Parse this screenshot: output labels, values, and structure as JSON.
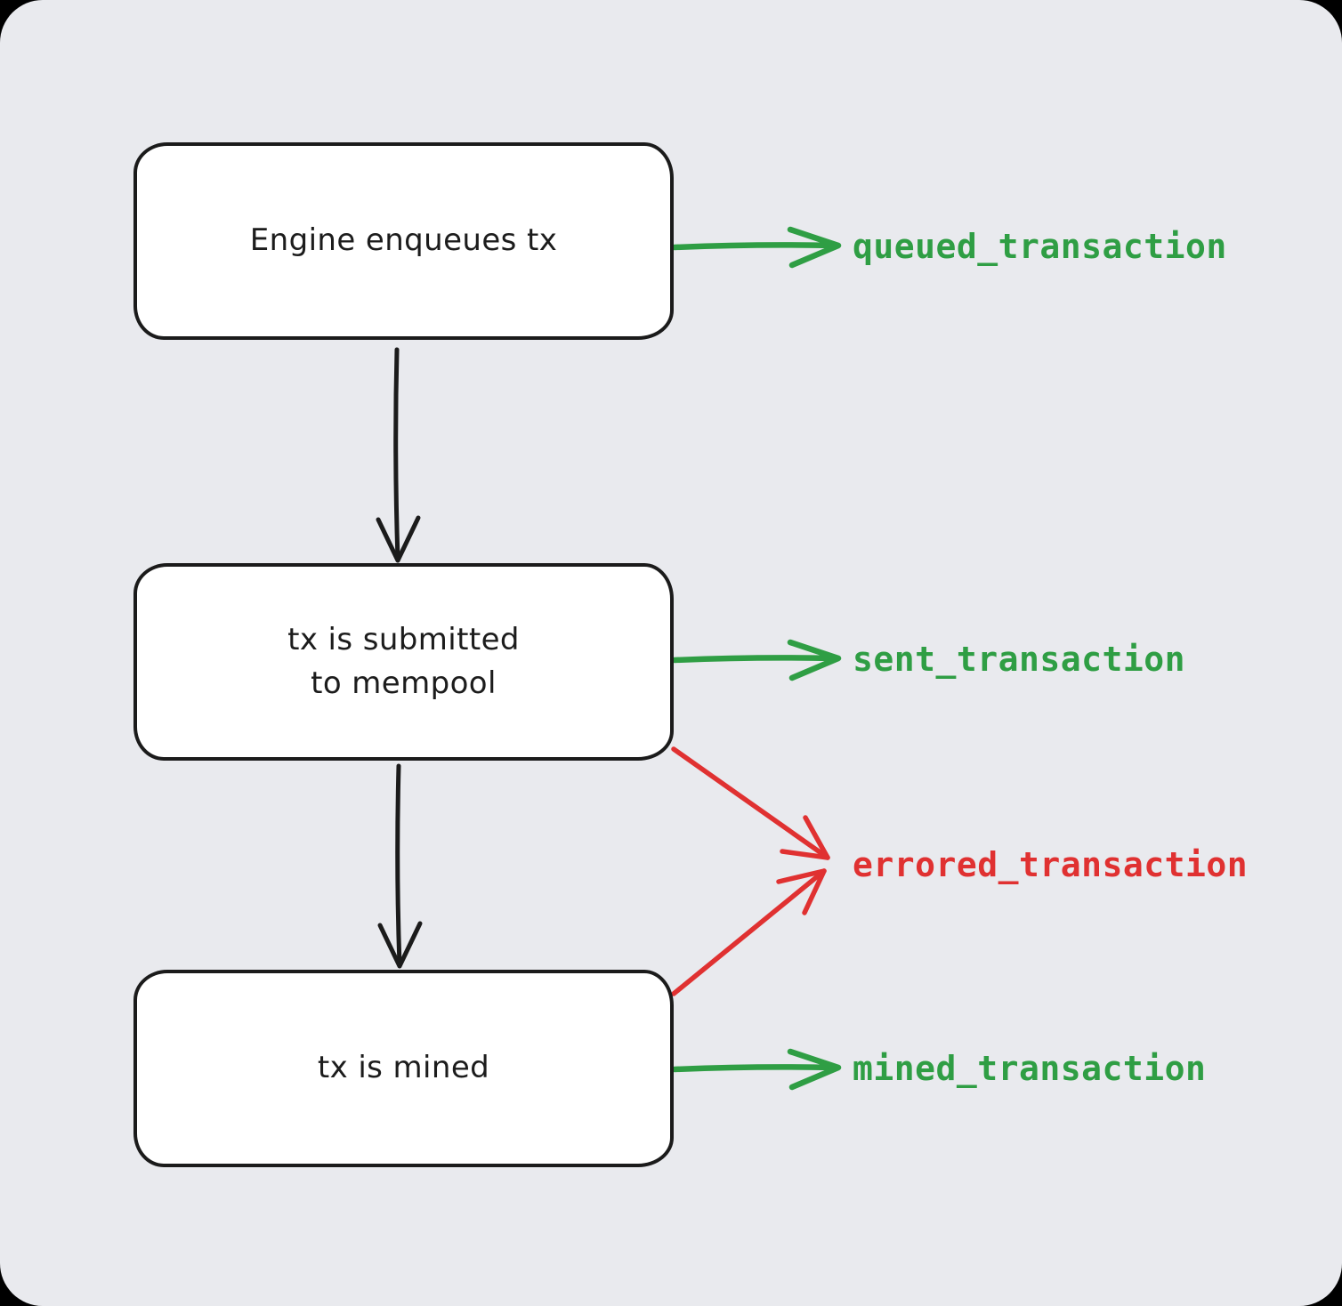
{
  "diagram": {
    "style": "hand-drawn-flowchart",
    "colors": {
      "canvas_bg": "#e9eaee",
      "outer_bg": "#000000",
      "node_fill": "#ffffff",
      "node_stroke": "#1b1b1b",
      "arrow_black": "#1b1b1b",
      "green": "#2f9e44",
      "red": "#e03131"
    },
    "nodes": [
      {
        "id": "engine-enqueues-tx",
        "label": "Engine enqueues tx"
      },
      {
        "id": "tx-submitted-to-mempool",
        "label": "tx is submitted\nto mempool"
      },
      {
        "id": "tx-is-mined",
        "label": "tx is mined"
      }
    ],
    "events": [
      {
        "id": "queued",
        "label": "queued_transaction",
        "color": "green"
      },
      {
        "id": "sent",
        "label": "sent_transaction",
        "color": "green"
      },
      {
        "id": "errored",
        "label": "errored_transaction",
        "color": "red"
      },
      {
        "id": "mined",
        "label": "mined_transaction",
        "color": "green"
      }
    ],
    "edges": [
      {
        "from": "engine-enqueues-tx",
        "to": "queued_transaction",
        "color": "green"
      },
      {
        "from": "engine-enqueues-tx",
        "to": "tx-submitted-to-mempool",
        "color": "black"
      },
      {
        "from": "tx-submitted-to-mempool",
        "to": "sent_transaction",
        "color": "green"
      },
      {
        "from": "tx-submitted-to-mempool",
        "to": "errored_transaction",
        "color": "red"
      },
      {
        "from": "tx-submitted-to-mempool",
        "to": "tx-is-mined",
        "color": "black"
      },
      {
        "from": "tx-is-mined",
        "to": "errored_transaction",
        "color": "red"
      },
      {
        "from": "tx-is-mined",
        "to": "mined_transaction",
        "color": "green"
      }
    ]
  }
}
